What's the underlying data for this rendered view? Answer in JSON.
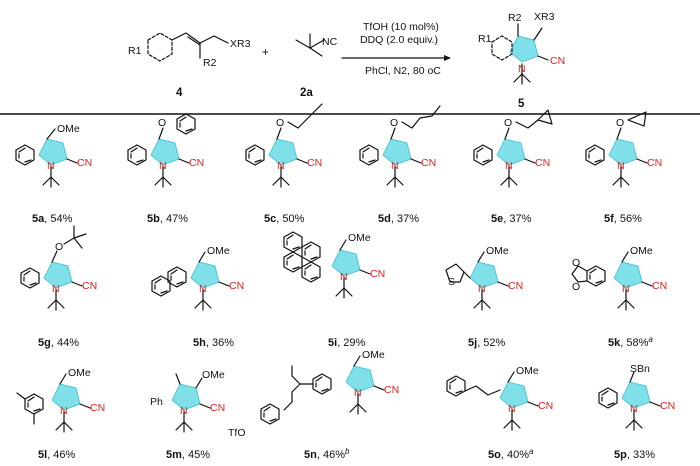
{
  "scheme": {
    "reagent_1": "TfOH (10 mol%)",
    "reagent_2": "DDQ (2.0 equiv.)",
    "conditions": "PhCl, N2, 80 oC",
    "sm_label": "4",
    "isocyanide_label": "2a",
    "product_label": "5",
    "sm_groups": [
      "R1",
      "XR3",
      "R2"
    ],
    "isocyanide_group": "NC",
    "product_groups": [
      "R2",
      "XR3",
      "R1",
      "CN",
      "N"
    ],
    "plus": "+"
  },
  "products": [
    {
      "id": "5a",
      "yield": ", 54%",
      "note": "",
      "sub": "OMe"
    },
    {
      "id": "5b",
      "yield": ", 47%",
      "note": "",
      "sub": "O"
    },
    {
      "id": "5c",
      "yield": ", 50%",
      "note": "",
      "sub": "O"
    },
    {
      "id": "5d",
      "yield": ", 37%",
      "note": "",
      "sub": "O"
    },
    {
      "id": "5e",
      "yield": ", 37%",
      "note": "",
      "sub": "O"
    },
    {
      "id": "5f",
      "yield": ", 56%",
      "note": "",
      "sub": "O"
    },
    {
      "id": "5g",
      "yield": ", 44%",
      "note": "",
      "sub": "O"
    },
    {
      "id": "5h",
      "yield": ", 36%",
      "note": "",
      "sub": "OMe"
    },
    {
      "id": "5i",
      "yield": ", 29%",
      "note": "",
      "sub": "OMe"
    },
    {
      "id": "5j",
      "yield": ", 52%",
      "note": "",
      "sub": "OMe"
    },
    {
      "id": "5k",
      "yield": ", 58%",
      "note": "a",
      "sub": "OMe"
    },
    {
      "id": "5l",
      "yield": ", 46%",
      "note": "",
      "sub": "OMe"
    },
    {
      "id": "5m",
      "yield": ", 45%",
      "note": "",
      "sub": "OMe"
    },
    {
      "id": "5n",
      "yield": ", 46%",
      "note": "b",
      "sub": "OMe"
    },
    {
      "id": "5o",
      "yield": ", 40%",
      "note": "a",
      "sub": "OMe"
    },
    {
      "id": "5p",
      "yield": ", 33%",
      "note": "",
      "sub": "SBn"
    }
  ],
  "atom_labels": {
    "cn": "CN",
    "n": "N",
    "ph": "Ph",
    "s": "S",
    "o": "O",
    "otf": "TfO"
  }
}
